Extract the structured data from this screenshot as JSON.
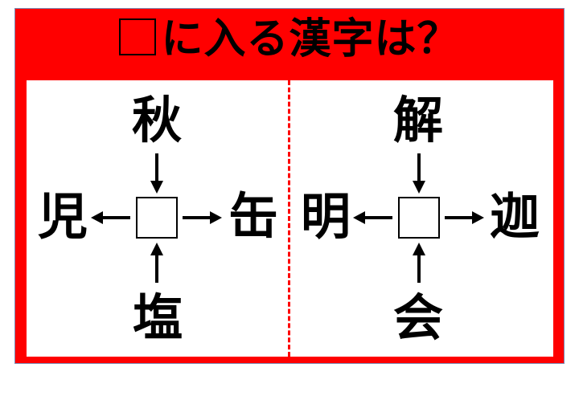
{
  "title": {
    "text": "に入る漢字は？"
  },
  "puzzles": [
    {
      "top": "秋",
      "left": "児",
      "right": "缶",
      "bottom": "塩"
    },
    {
      "top": "解",
      "left": "明",
      "right": "迦",
      "bottom": "会"
    }
  ],
  "colors": {
    "frame": "#ff0000",
    "text": "#000000"
  }
}
